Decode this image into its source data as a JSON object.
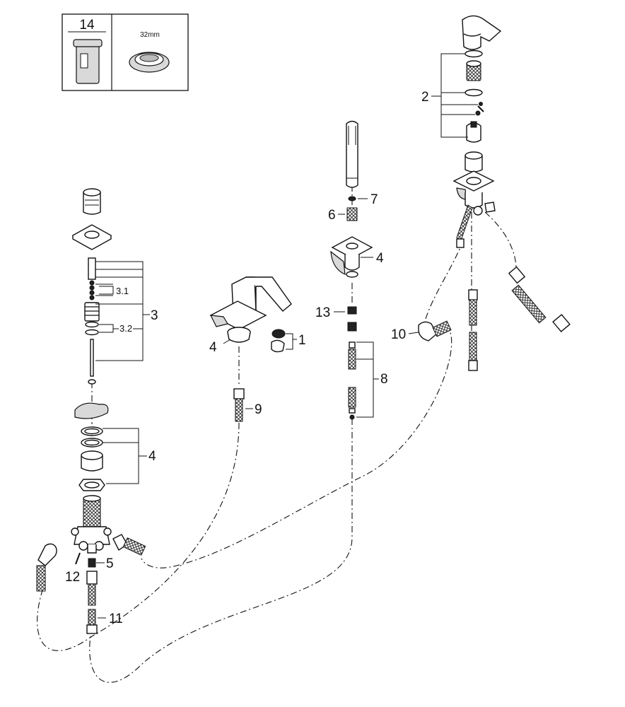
{
  "inset": {
    "part_number": "14",
    "size_label": "32mm"
  },
  "callouts": {
    "c1": "1",
    "c2": "2",
    "c3": "3",
    "c3_1": "3.1",
    "c3_2": "3.2",
    "c4_left": "4",
    "c4_spout": "4",
    "c4_hand": "4",
    "c5": "5",
    "c6": "6",
    "c7": "7",
    "c8": "8",
    "c9": "9",
    "c10": "10",
    "c11": "11",
    "c12": "12",
    "c13": "13"
  },
  "colors": {
    "line": "#111111",
    "shade": "#d9d9d9",
    "background": "#ffffff"
  }
}
